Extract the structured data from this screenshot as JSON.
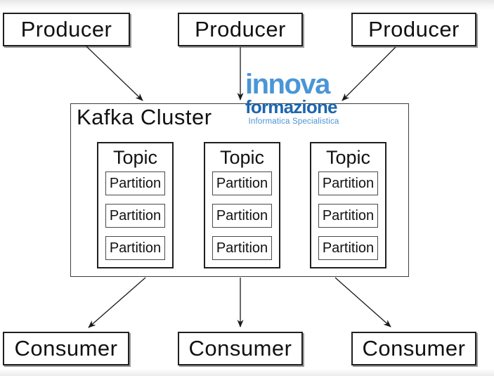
{
  "producers": [
    "Producer",
    "Producer",
    "Producer"
  ],
  "cluster": {
    "title": "Kafka Cluster",
    "topics": [
      {
        "label": "Topic",
        "partitions": [
          "Partition",
          "Partition",
          "Partition"
        ]
      },
      {
        "label": "Topic",
        "partitions": [
          "Partition",
          "Partition",
          "Partition"
        ]
      },
      {
        "label": "Topic",
        "partitions": [
          "Partition",
          "Partition",
          "Partition"
        ]
      }
    ]
  },
  "consumers": [
    "Consumer",
    "Consumer",
    "Consumer"
  ],
  "logo": {
    "line1": "innova",
    "line2": "formazione",
    "tagline": "Informatica Specialistica",
    "color_primary": "#4a96d6",
    "color_dark": "#1d67ad",
    "color_tagline": "#4a93d3"
  },
  "colors": {
    "box_border": "#1f1f1f",
    "arrow": "#1a1a1a",
    "background": "#ffffff"
  }
}
